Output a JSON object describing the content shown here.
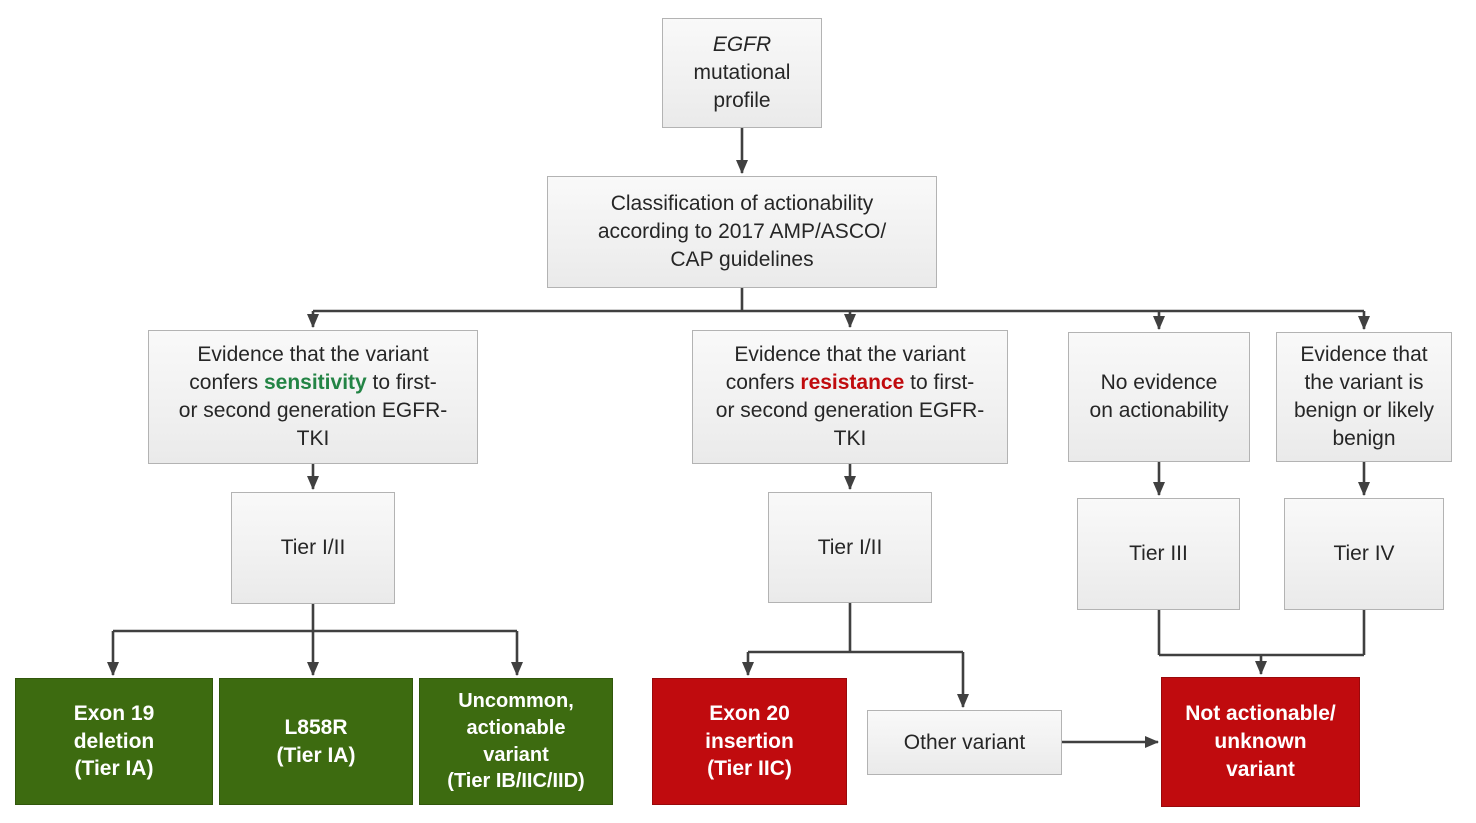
{
  "figure": {
    "name": "EGFR mutational profile actionability flowchart"
  },
  "colors": {
    "green": "#3d6b10",
    "red": "#c00b0e",
    "keyword_green": "#238445",
    "keyword_red": "#c00b0e",
    "line": "#404040"
  },
  "nodes": {
    "root": {
      "gene": "EGFR",
      "line2": "mutational",
      "line3": "profile"
    },
    "classification": {
      "lines": [
        "Classification of actionability",
        "according to 2017 AMP/ASCO/",
        "CAP guidelines"
      ]
    },
    "sensitivity_branch": {
      "line1": "Evidence that the variant",
      "line2_pre": "confers ",
      "line2_keyword": "sensitivity",
      "line2_post": " to first-",
      "line3": "or second generation EGFR-",
      "line4": "TKI"
    },
    "resistance_branch": {
      "line1": "Evidence that the variant",
      "line2_pre": "confers ",
      "line2_keyword": "resistance",
      "line2_post": " to first-",
      "line3": "or second generation EGFR-",
      "line4": "TKI"
    },
    "no_evidence_branch": {
      "lines": [
        "No evidence",
        "on actionability"
      ]
    },
    "benign_branch": {
      "lines": [
        "Evidence that",
        "the variant is",
        "benign or likely",
        "benign"
      ]
    },
    "tier_sensitivity": {
      "label": "Tier I/II"
    },
    "tier_resistance": {
      "label": "Tier I/II"
    },
    "tier_iii": {
      "label": "Tier III"
    },
    "tier_iv": {
      "label": "Tier IV"
    },
    "exon19_deletion": {
      "lines": [
        "Exon 19",
        "deletion",
        "(Tier IA)"
      ]
    },
    "l858r": {
      "lines": [
        "L858R",
        "(Tier IA)"
      ]
    },
    "uncommon_actionable": {
      "lines": [
        "Uncommon,",
        "actionable",
        "variant",
        "(Tier IB/IIC/IID)"
      ]
    },
    "exon20_insertion": {
      "lines": [
        "Exon 20",
        "insertion",
        "(Tier IIC)"
      ]
    },
    "other_variant": {
      "label": "Other variant"
    },
    "not_actionable": {
      "lines": [
        "Not actionable/",
        "unknown",
        "variant"
      ]
    }
  }
}
